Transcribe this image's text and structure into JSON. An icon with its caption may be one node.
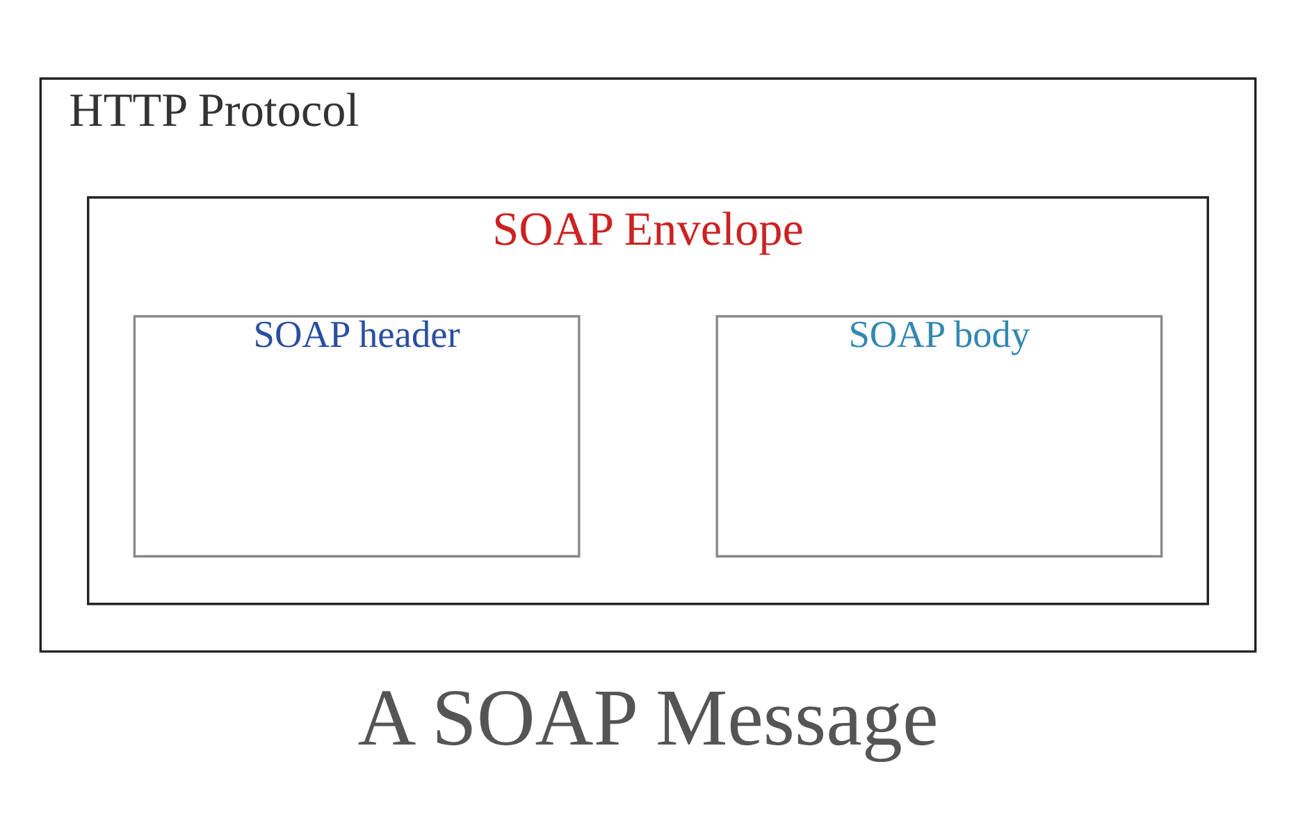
{
  "diagram": {
    "caption": "A SOAP Message",
    "nodes": [
      {
        "text": [
          "HTTP Protocol"
        ]
      },
      {
        "text": [
          "SOAP Envelope"
        ],
        "in": 0
      },
      {
        "text": [
          "SOAP header"
        ],
        "in": 1
      },
      {
        "text": [
          "SOAP body"
        ],
        "in": 1
      }
    ],
    "edges": []
  }
}
